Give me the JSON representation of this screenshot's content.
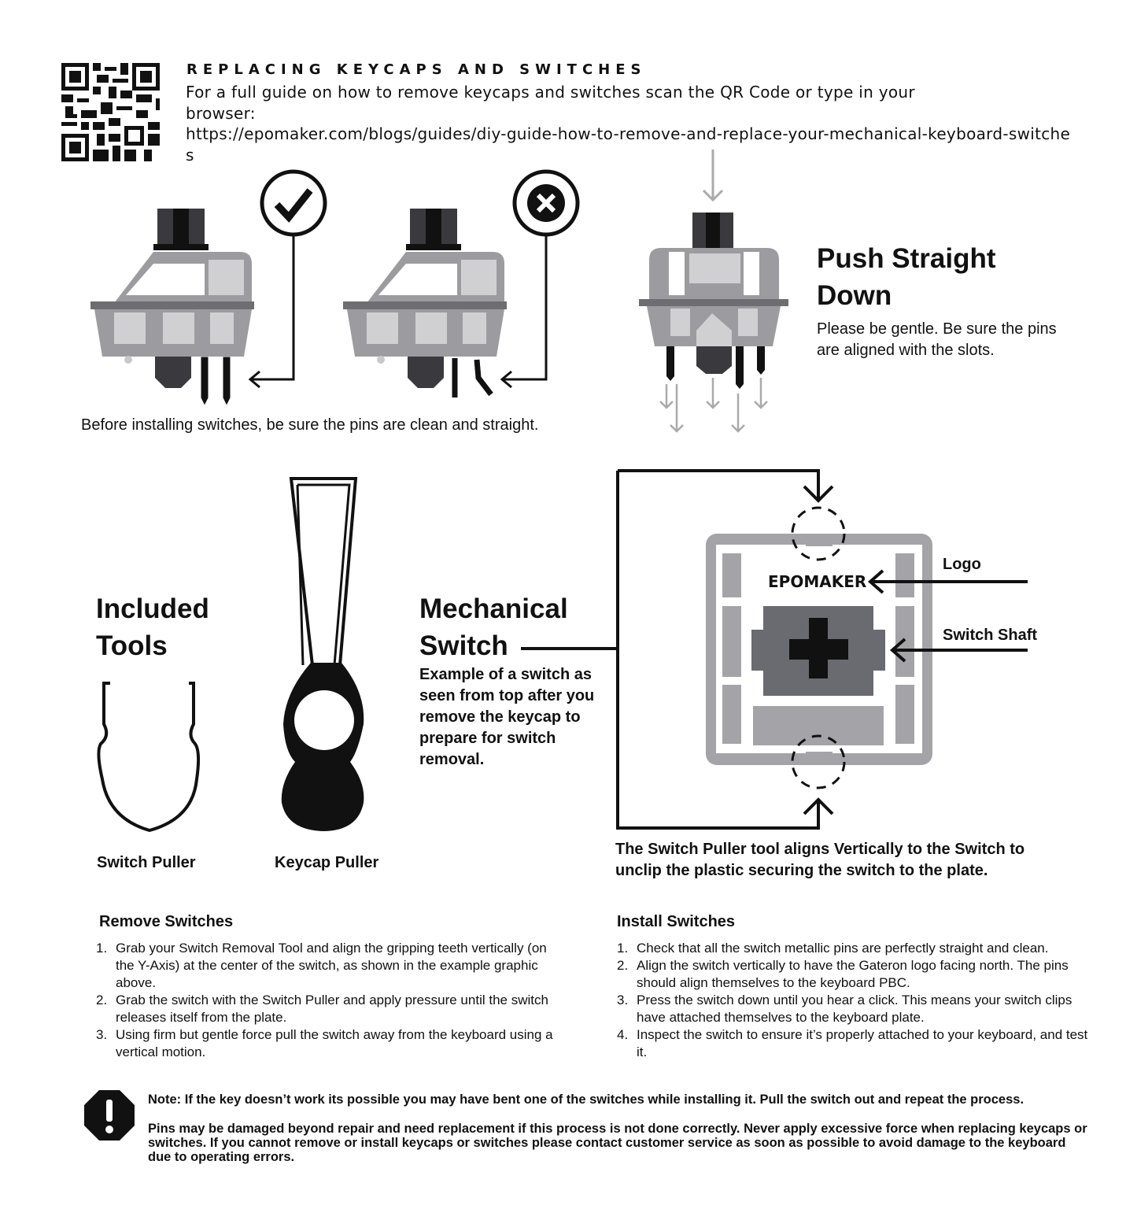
{
  "header": {
    "title": "REPLACING KEYCAPS AND SWITCHES",
    "intro": "For a full guide on how to remove keycaps and switches scan the QR Code or type in your browser:",
    "url": "https://epomaker.com/blogs/guides/diy-guide-how-to-remove-and-replace-your-mechanical-keyboard-switches"
  },
  "pins": {
    "caption": "Before installing switches, be sure the pins are clean and straight.",
    "good_icon": "check-icon",
    "bad_icon": "x-icon"
  },
  "push": {
    "title_line1": "Push Straight",
    "title_line2": "Down",
    "text": "Please be gentle. Be sure the pins are aligned with the slots."
  },
  "tools": {
    "title_line1": "Included",
    "title_line2": "Tools",
    "switch_puller": "Switch Puller",
    "keycap_puller": "Keycap Puller"
  },
  "mech": {
    "title_line1": "Mechanical",
    "title_line2": "Switch",
    "text": "Example of a switch as seen from top after you remove the keycap to prepare for switch removal.",
    "logo_text": "EPOMAKER",
    "logo_label": "Logo",
    "shaft_label": "Switch Shaft",
    "caption": "The Switch Puller tool aligns Vertically to the Switch to unclip the plastic securing the switch to the plate."
  },
  "remove": {
    "title": "Remove Switches",
    "steps": [
      "Grab your Switch Removal Tool and align the gripping teeth vertically (on the Y-Axis) at the center of the switch, as shown in the example graphic above.",
      "Grab the switch with the Switch Puller and apply pressure until the switch releases itself from the plate.",
      "Using firm but gentle force pull the switch away from the keyboard using a vertical motion."
    ]
  },
  "install": {
    "title": "Install Switches",
    "steps": [
      "Check that all the switch metallic pins are perfectly straight and clean.",
      "Align the switch vertically to have the Gateron logo facing north. The pins should align themselves to the keyboard PBC.",
      "Press the switch down until you hear a click. This means your switch clips have attached themselves to the keyboard plate.",
      "Inspect the switch to ensure it’s properly attached to your keyboard, and test it."
    ]
  },
  "note": {
    "line1": "Note: If the key doesn’t work its possible you may have bent one of the switches while installing it. Pull the switch out and repeat the process.",
    "line2": "Pins may be damaged beyond repair and need replacement if this process is not done correctly. Never apply excessive force when replacing keycaps or switches. If you cannot remove or install keycaps or switches please contact customer service as soon as possible to avoid damage to the keyboard due to operating errors."
  }
}
